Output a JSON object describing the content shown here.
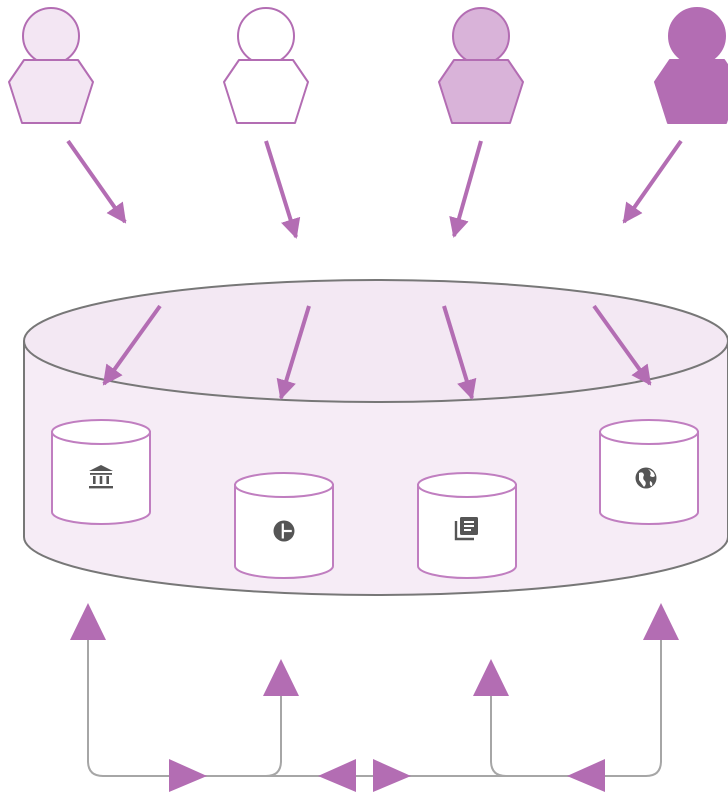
{
  "colors": {
    "outline": "#b36db3",
    "arrow": "#b36db3",
    "connector": "#a6a6a6",
    "main_fill": "#f6ecf6",
    "main_fill_top": "#f3e8f3",
    "main_stroke": "#777777",
    "db_fill": "#ffffff",
    "db_stroke": "#c07ec0",
    "icon": "#555555"
  },
  "users": [
    {
      "name": "user-1",
      "fill": "#f3e6f3"
    },
    {
      "name": "user-2",
      "fill": "#ffffff"
    },
    {
      "name": "user-3",
      "fill": "#d9b3d9"
    },
    {
      "name": "user-4",
      "fill": "#b36db3"
    }
  ],
  "databases": [
    {
      "name": "db-bank",
      "icon": "bank-icon"
    },
    {
      "name": "db-pie-chart",
      "icon": "pie-chart-icon"
    },
    {
      "name": "db-library",
      "icon": "library-books-icon"
    },
    {
      "name": "db-globe",
      "icon": "globe-icon"
    }
  ]
}
